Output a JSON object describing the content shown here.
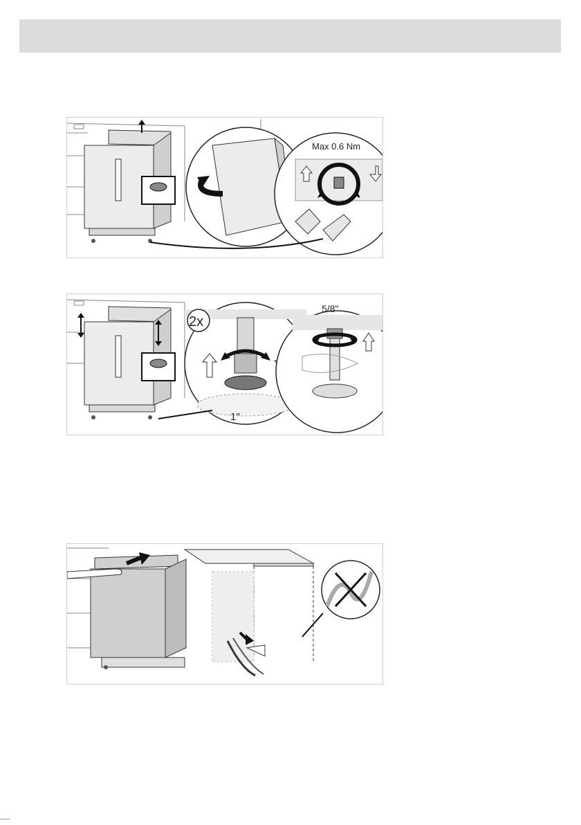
{
  "figures": {
    "fig1": {
      "torque_label": "Max 0.6 Nm"
    },
    "fig2": {
      "count_label": "2x",
      "wrench_small_label": "1''",
      "wrench_large_label": "5/8''"
    },
    "fig3": {}
  },
  "colors": {
    "header_bar": "#dcdcdc",
    "line": "#333333",
    "panel_fill": "#e6e6e6",
    "background": "#ffffff"
  },
  "icons": [
    "up-arrow-icon",
    "down-arrow-icon",
    "rotate-arrow-icon",
    "cross-icon"
  ]
}
